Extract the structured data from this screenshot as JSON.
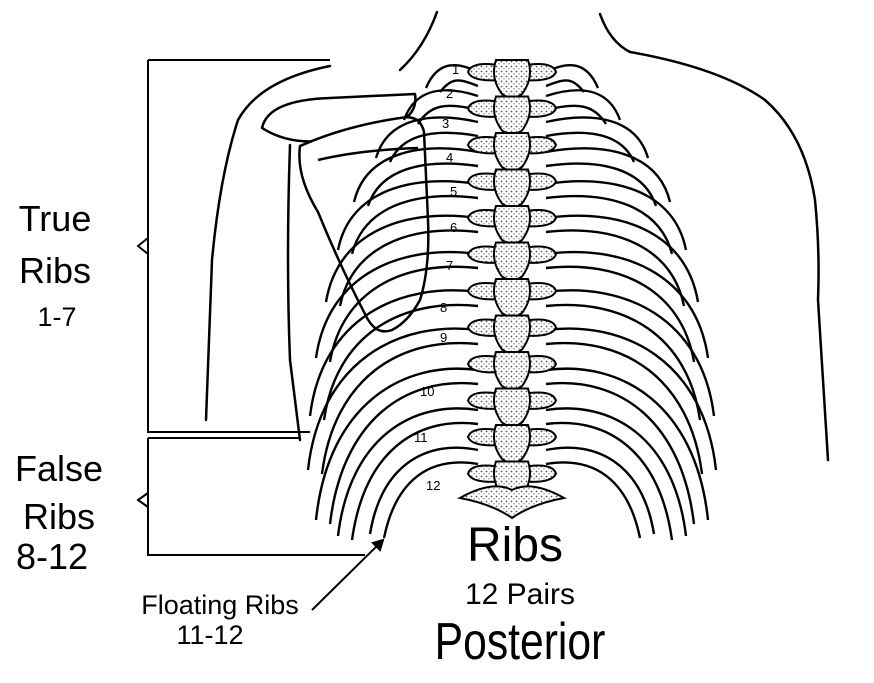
{
  "labels": {
    "true_ribs": {
      "line1": "True",
      "line2": "Ribs",
      "range": "1-7"
    },
    "false_ribs": {
      "line1": "False",
      "line2": "Ribs",
      "range": "8-12"
    },
    "floating_ribs": {
      "line1": "Floating Ribs",
      "range": "11-12"
    },
    "title": {
      "main": "Ribs",
      "pairs": "12 Pairs",
      "view": "Posterior"
    }
  },
  "rib_numbers": [
    "1",
    "2",
    "3",
    "4",
    "5",
    "6",
    "7",
    "8",
    "9",
    "10",
    "11",
    "12"
  ],
  "style": {
    "ink": "#000000",
    "background": "#ffffff",
    "vertebra_fill": "#d8d8d8"
  }
}
